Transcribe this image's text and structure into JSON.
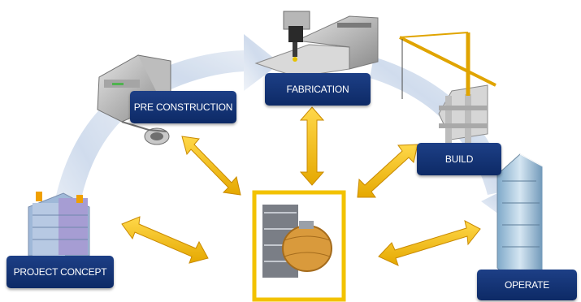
{
  "stages": {
    "project_concept": "PROJECT CONCEPT",
    "pre_construction": "PRE CONSTRUCTION",
    "fabrication": "FABRICATION",
    "build": "BUILD",
    "operate": "OPERATE"
  },
  "colors": {
    "label_fill": "#15367a",
    "arrow_gold": "#f0bc00",
    "cycle_arrow": "#c4d4e8",
    "center_frame": "#f2c200"
  }
}
